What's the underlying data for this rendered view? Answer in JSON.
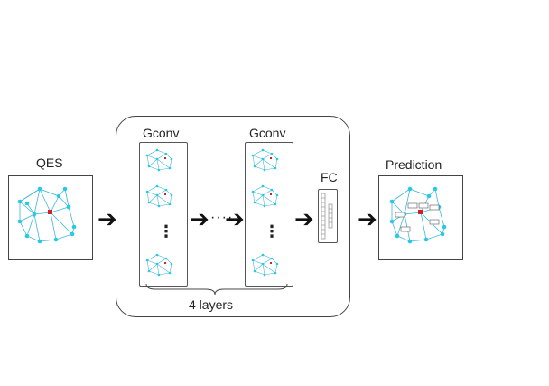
{
  "labels": {
    "input": "QES",
    "gconv_first": "Gconv",
    "gconv_last": "Gconv",
    "fc": "FC",
    "output": "Prediction",
    "layers": "4 layers",
    "vdots": "⋮"
  },
  "colors": {
    "node": "#29c9e6",
    "edge": "#3fb8d6",
    "center": "#d0202a",
    "stroke": "#444444"
  }
}
